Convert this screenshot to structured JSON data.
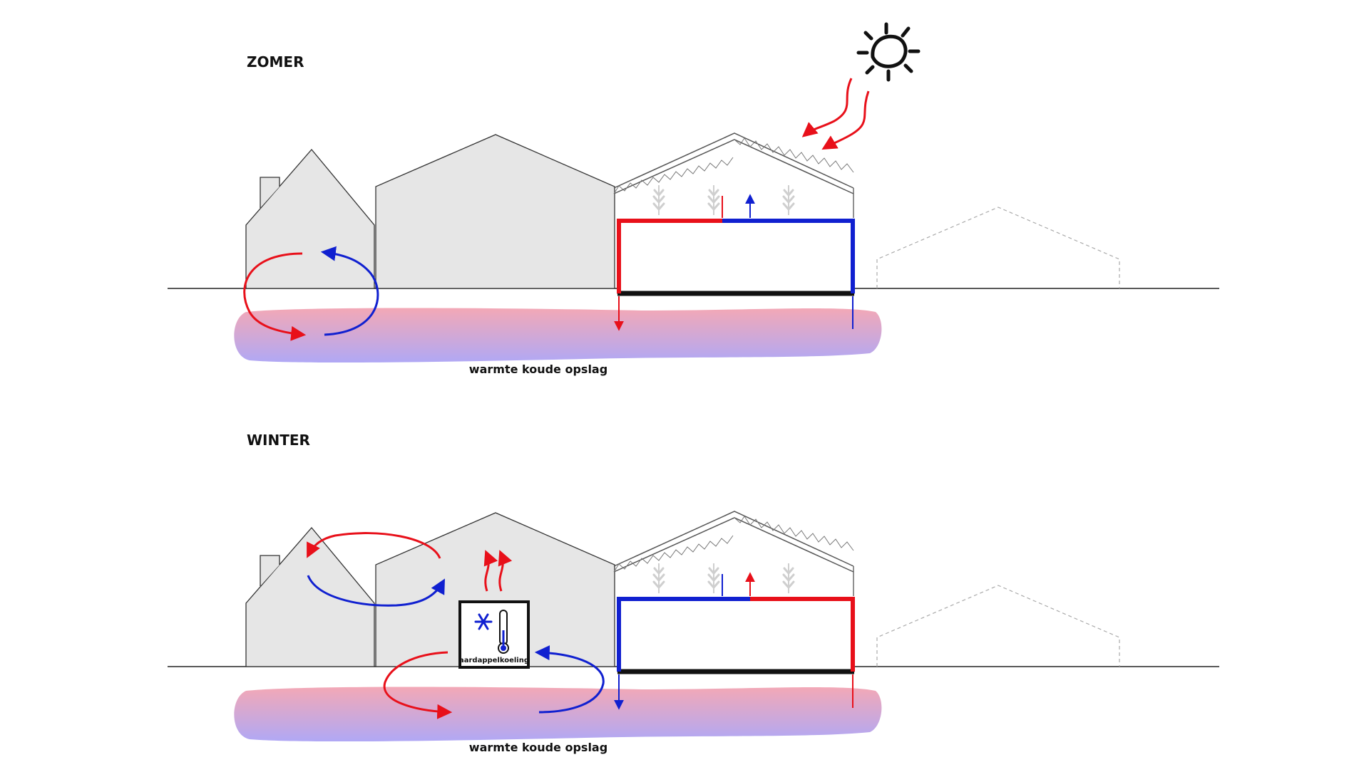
{
  "sections": {
    "summer": {
      "title": "ZOMER",
      "storage_label": "warmte koude opslag"
    },
    "winter": {
      "title": "WINTER",
      "storage_label": "warmte koude opslag",
      "cooling_box_label": "aardappelkoeling"
    }
  },
  "colors": {
    "warm": "#e8101a",
    "cold": "#1020d0",
    "building_fill": "#e6e6e6",
    "outline": "#222222",
    "storage_top": "#f3a8b6",
    "storage_bottom": "#b3a8f3",
    "plant": "#cccccc",
    "dashed": "#aaaaaa"
  },
  "icons": {
    "sun": "sun-icon",
    "snowflake": "snowflake-icon",
    "thermometer": "thermometer-icon",
    "plant": "plant-icon"
  }
}
